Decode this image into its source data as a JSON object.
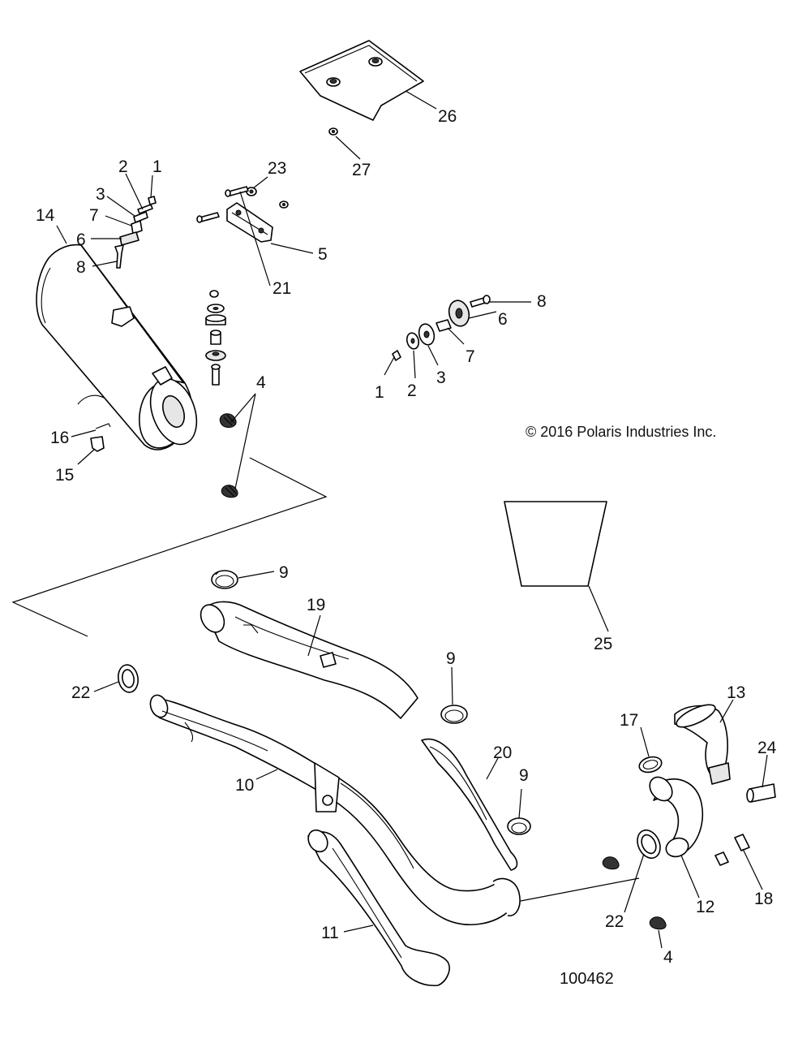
{
  "copyright": "© 2016 Polaris Industries Inc.",
  "figure_number": "100462",
  "callouts": {
    "c1a": "1",
    "c2a": "2",
    "c3a": "3",
    "c7a": "7",
    "c6a": "6",
    "c8a": "8",
    "c23": "23",
    "c5": "5",
    "c21": "21",
    "c26": "26",
    "c27": "27",
    "c14": "14",
    "c16": "16",
    "c15": "15",
    "c4a": "4",
    "c8b": "8",
    "c6b": "6",
    "c7b": "7",
    "c3b": "3",
    "c2b": "2",
    "c1b": "1",
    "c9a": "9",
    "c19": "19",
    "c25": "25",
    "c22a": "22",
    "c9b": "9",
    "c10": "10",
    "c20": "20",
    "c9c": "9",
    "c17": "17",
    "c13": "13",
    "c24": "24",
    "c11": "11",
    "c12": "12",
    "c22b": "22",
    "c18": "18",
    "c4b": "4"
  }
}
